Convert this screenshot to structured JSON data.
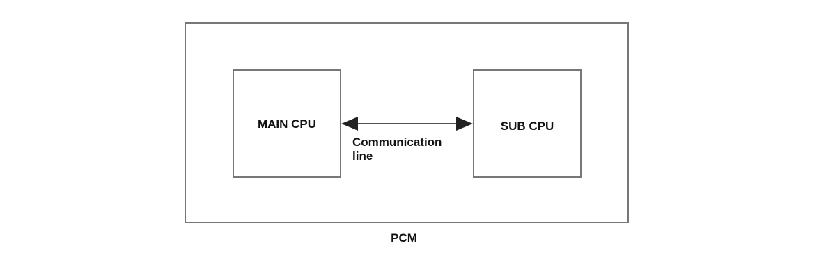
{
  "diagram": {
    "outer": {
      "label": "PCM"
    },
    "main_cpu": {
      "label": "MAIN CPU"
    },
    "sub_cpu": {
      "label": "SUB CPU"
    },
    "connection": {
      "label_line1": "Communication",
      "label_line2": "line",
      "direction": "bidirectional"
    }
  },
  "colors": {
    "border": "#777777",
    "arrow": "#222222",
    "text": "#111111"
  }
}
